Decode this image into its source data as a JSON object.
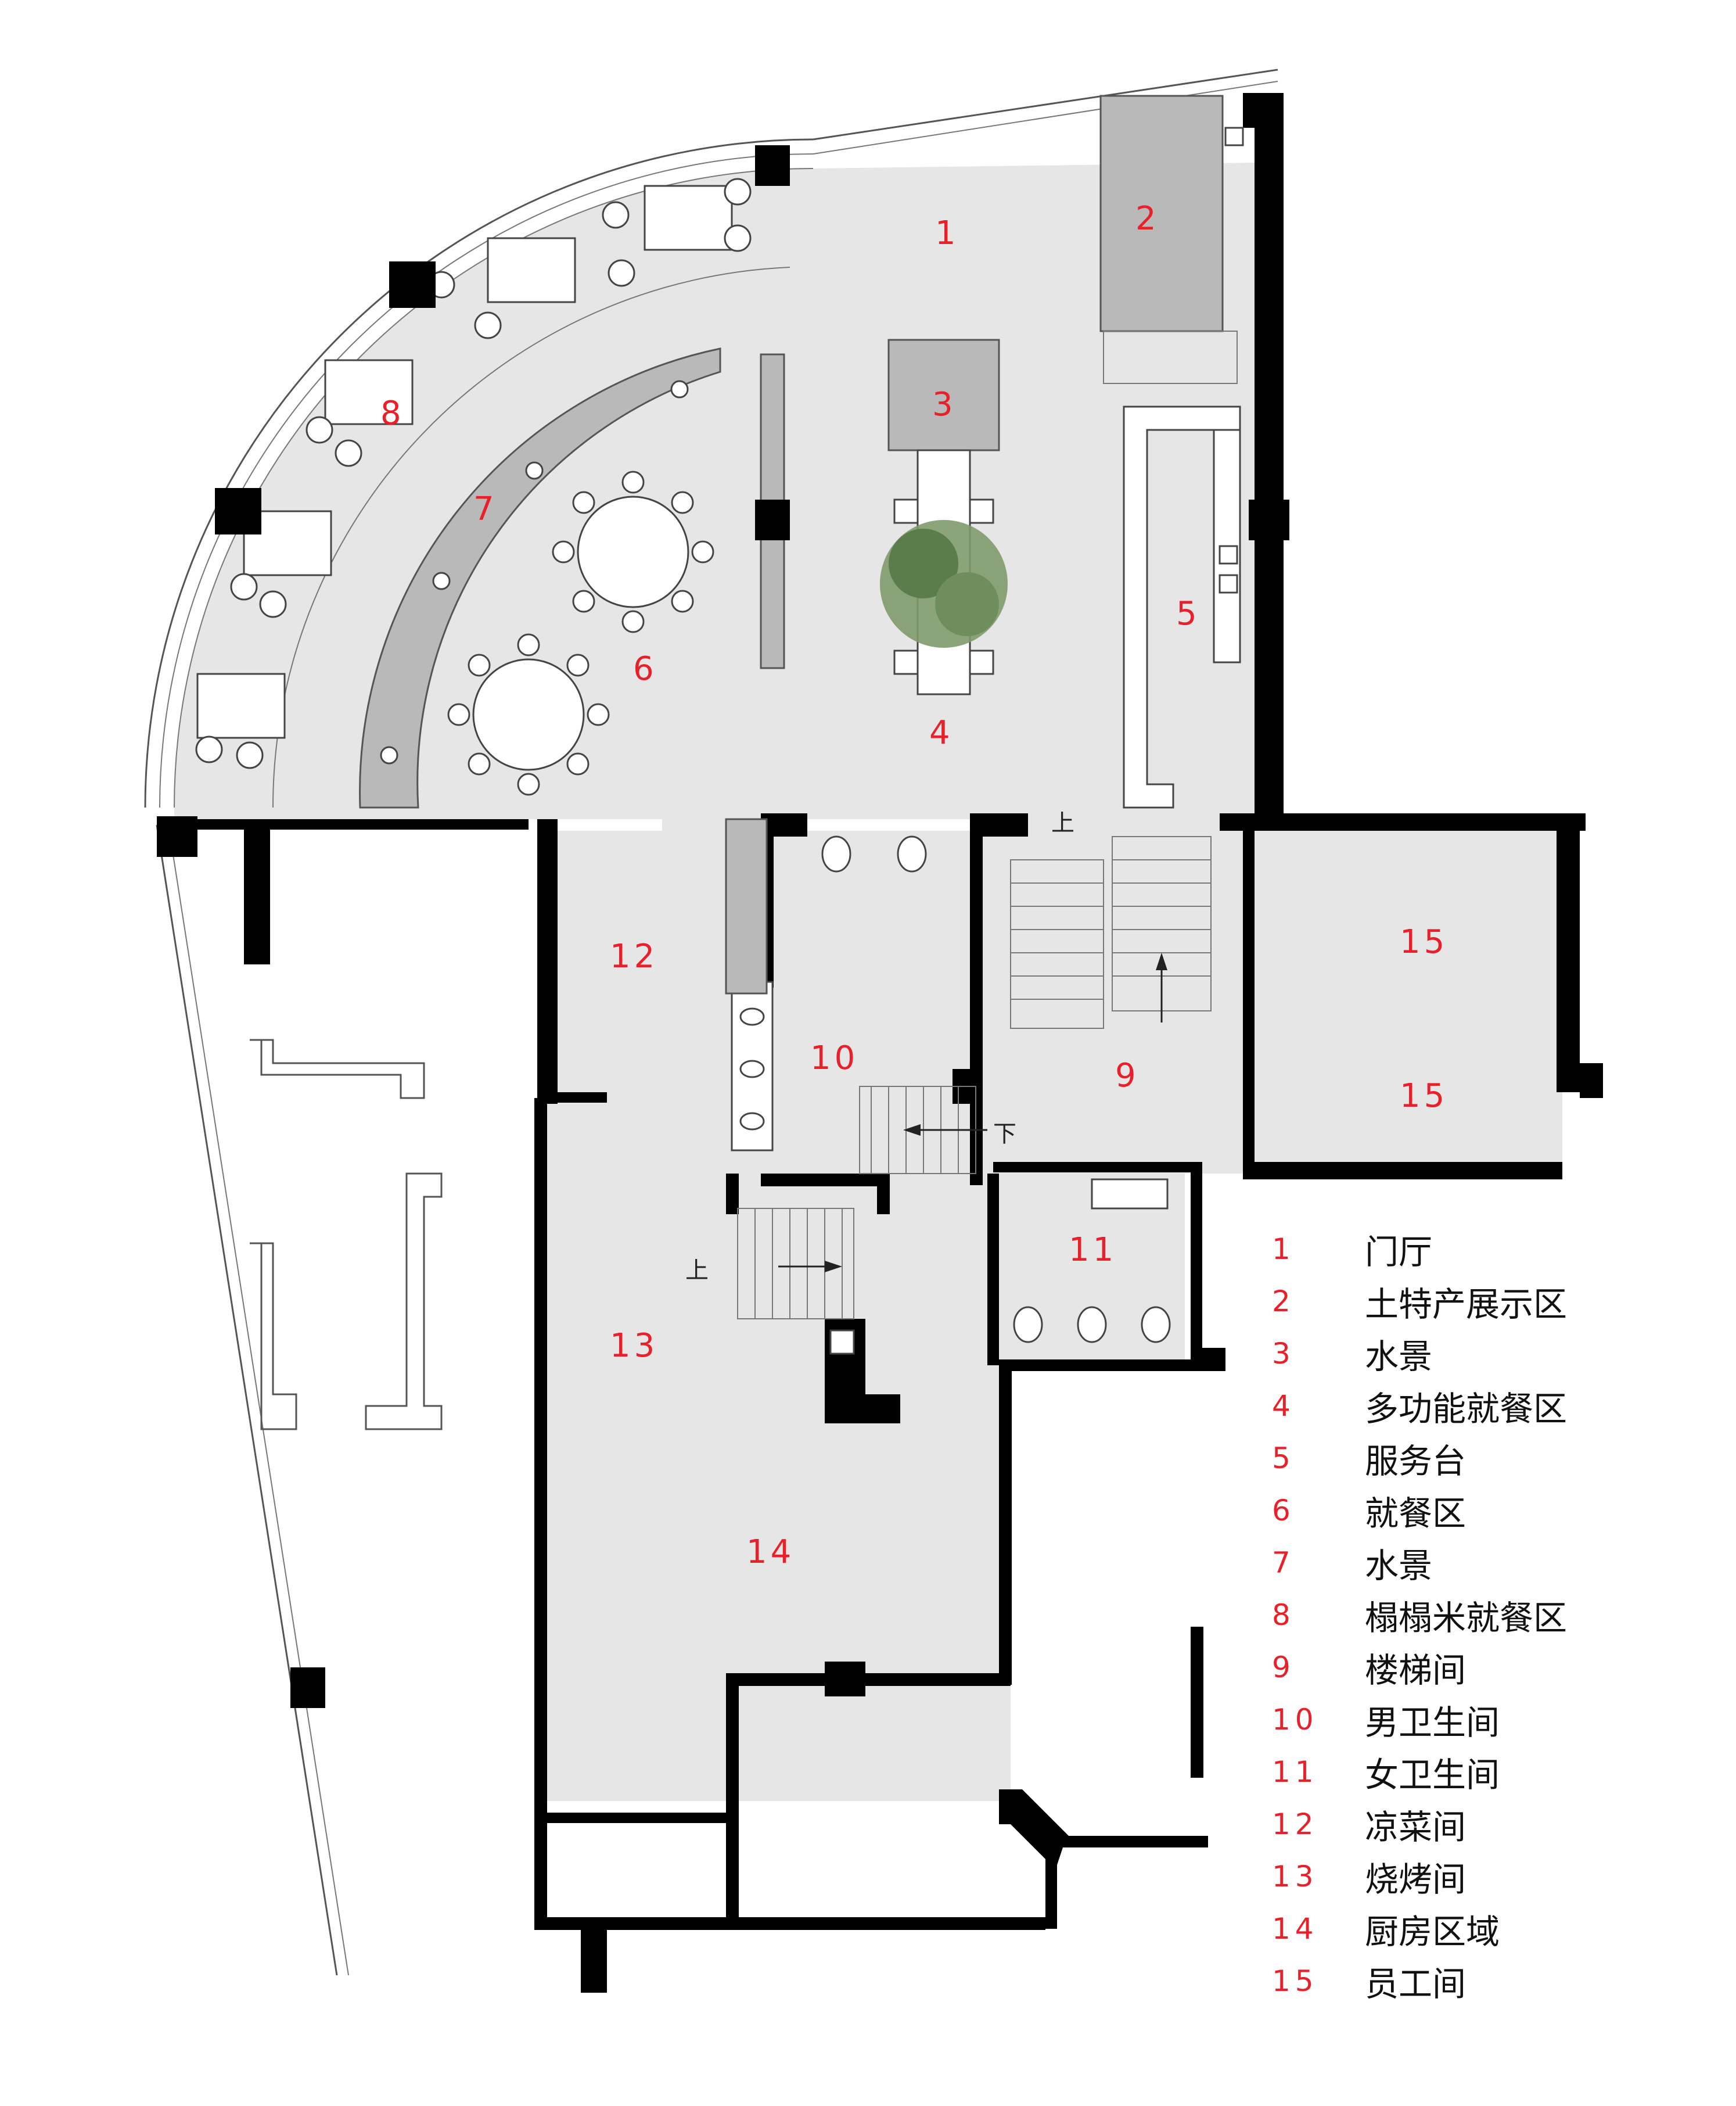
{
  "rooms": [
    {
      "num": "1",
      "name": "门厅"
    },
    {
      "num": "2",
      "name": "土特产展示区"
    },
    {
      "num": "3",
      "name": "水景"
    },
    {
      "num": "4",
      "name": "多功能就餐区"
    },
    {
      "num": "5",
      "name": "服务台"
    },
    {
      "num": "6",
      "name": "就餐区"
    },
    {
      "num": "7",
      "name": "水景"
    },
    {
      "num": "8",
      "name": "榻榻米就餐区"
    },
    {
      "num": "9",
      "name": "楼梯间"
    },
    {
      "num": "10",
      "name": "男卫生间"
    },
    {
      "num": "11",
      "name": "女卫生间"
    },
    {
      "num": "12",
      "name": "凉菜间"
    },
    {
      "num": "13",
      "name": "烧烤间"
    },
    {
      "num": "14",
      "name": "厨房区域"
    },
    {
      "num": "15",
      "name": "员工间"
    },
    {
      "num": "15",
      "name": "员工间"
    }
  ],
  "stair_labels": {
    "up": "上",
    "down": "下"
  },
  "colors": {
    "room_number": "#e8202a",
    "floor": "#e6e6e6",
    "wall": "#000000"
  }
}
